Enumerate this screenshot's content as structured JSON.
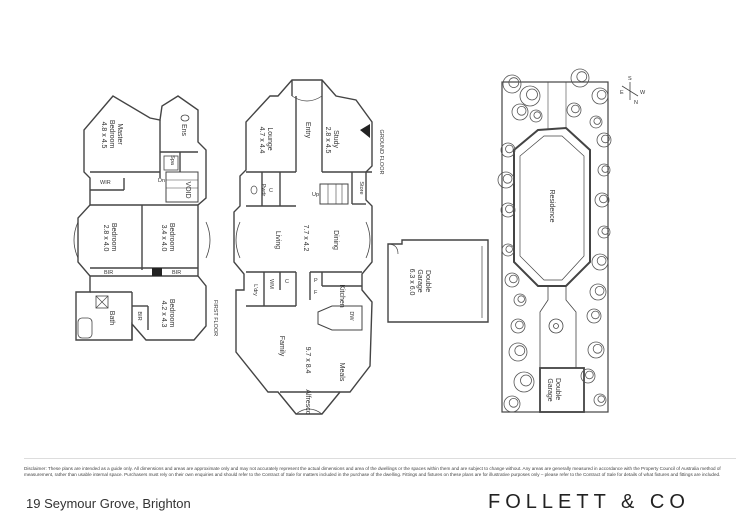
{
  "rooms": {
    "master_bedroom": [
      "Master",
      "Bedroom",
      "4.8 x 4.5"
    ],
    "ens": "Ens",
    "spa": "Spa",
    "wir": "WIR",
    "dn": "Dn",
    "void": "VOID",
    "bedroom2": [
      "Bedroom",
      "2.8 x 4.0"
    ],
    "bedroom3": [
      "Bedroom",
      "3.4 x 4.0"
    ],
    "bir": "BIR",
    "bath": "Bath",
    "bedroom4": [
      "Bedroom",
      "4.2 x 4.3"
    ],
    "first_floor": "FIRST FLOOR",
    "lounge": [
      "Lounge",
      "4.7 x 4.4"
    ],
    "entry": "Entry",
    "study": [
      "Study",
      "2.8 x 4.5"
    ],
    "ground_floor": "GROUND FLOOR",
    "pwdr": "Pwdr",
    "c": "C",
    "up": "Up",
    "store": "Store",
    "living": "Living",
    "living_dim": "7.7 x 4.2",
    "dining": "Dining",
    "ldry": "L'dry",
    "wm": "WM",
    "f": "F",
    "p": "P",
    "kitchen": "Kitchen",
    "dw": "DW",
    "family": "Family",
    "family_dim": "9.7 x 8.4",
    "meals": "Meals",
    "alfresco": "Alfresco",
    "double_garage": [
      "Double",
      "Garage",
      "6.3 x 6.0"
    ],
    "residence": "Residence",
    "site_garage": [
      "Double",
      "Garage"
    ]
  },
  "compass": {
    "n": "N",
    "e": "E",
    "s": "S",
    "w": "W"
  },
  "disclaimer": "Disclaimer: These plans are intended as a guide only. All dimensions and areas are approximate only and may not accurately represent the actual dimensions and area of the dwellings or the spaces within them and are subject to change without. Any areas are generally measured in accordance with the Property Council of Australia method of measurement, rather than usable internal space. Purchasers must rely on their own enquiries and should refer to the Contract of Sale for matters included in the purchase of the dwelling. Fittings and fixtures on these plans are for illustrative purposes only – please refer to the Contract of Sale for details of what fixtures and fittings are included.",
  "address": "19 Seymour Grove, Brighton",
  "brand": "FOLLETT & CO"
}
